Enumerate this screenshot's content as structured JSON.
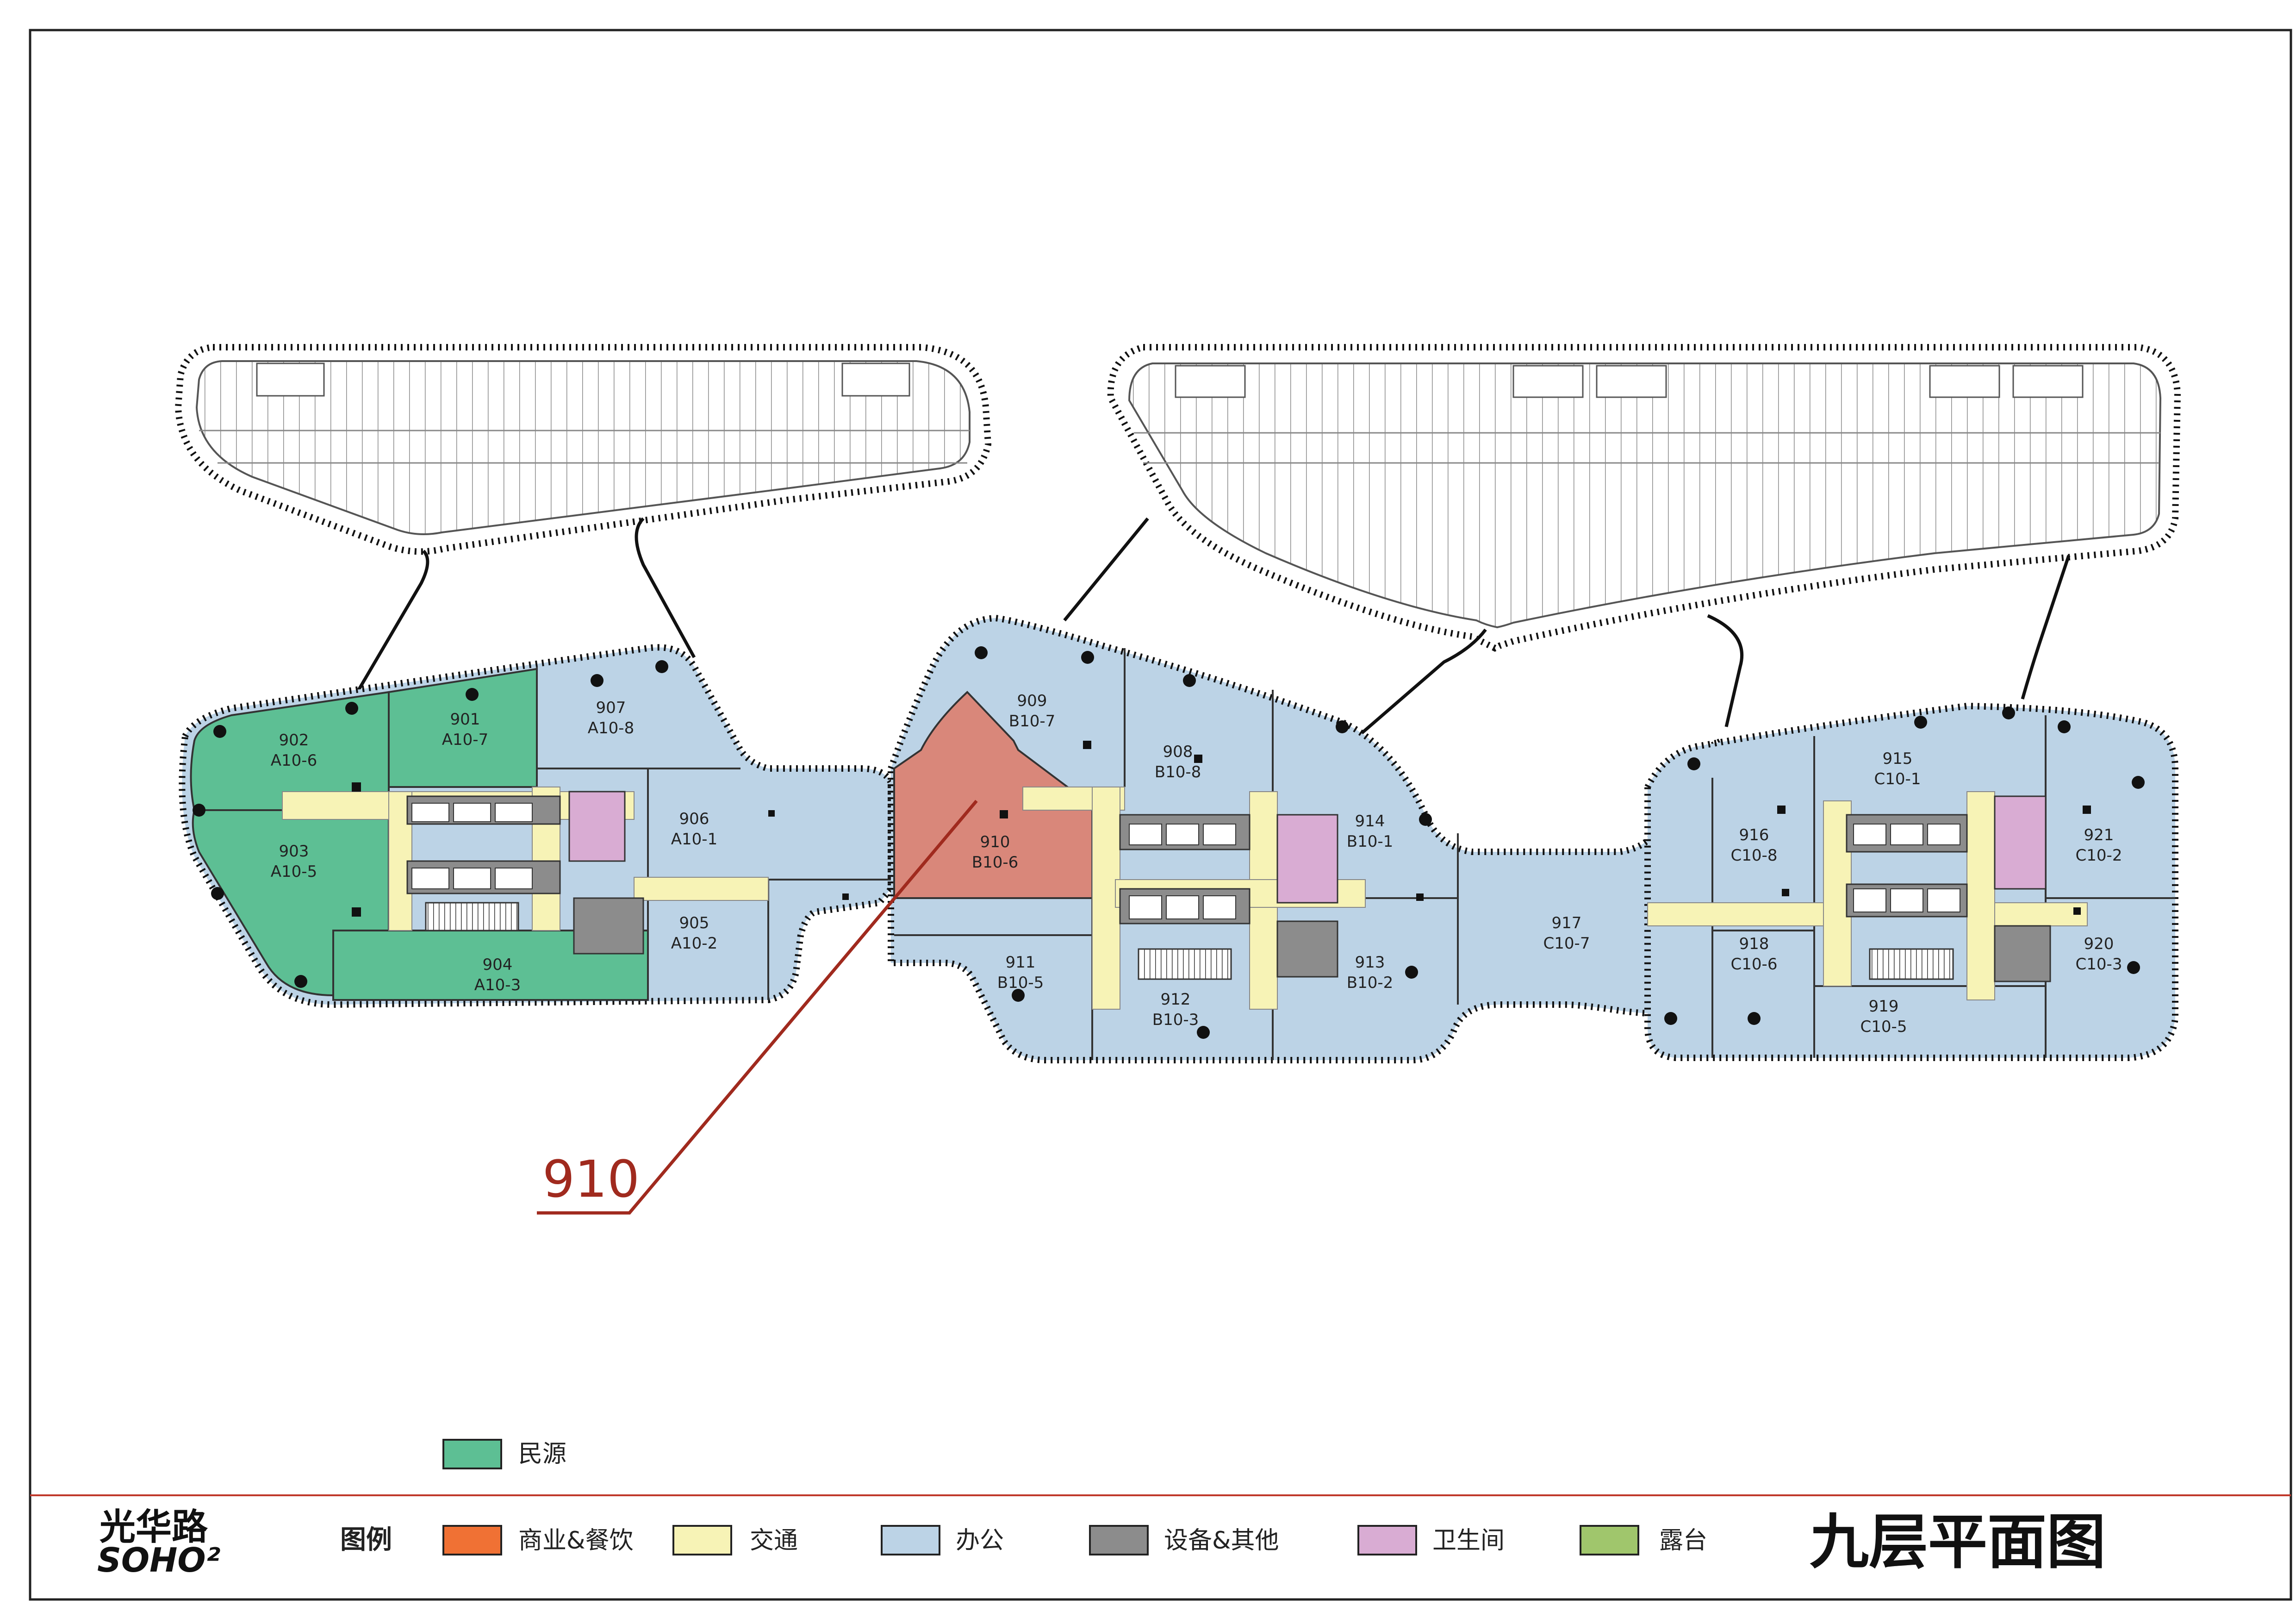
{
  "logo": {
    "line1": "光华路",
    "line2": "SOHO²"
  },
  "callout": {
    "label": "910"
  },
  "legend_title": "图例",
  "legend": [
    {
      "key": "minyuan",
      "label": "民源",
      "color": "#5dbf94"
    },
    {
      "key": "commercial",
      "label": "商业&餐饮",
      "color": "#f07134"
    },
    {
      "key": "traffic",
      "label": "交通",
      "color": "#f7f3b6"
    },
    {
      "key": "office",
      "label": "办公",
      "color": "#bcd3e6"
    },
    {
      "key": "equipment",
      "label": "设备&其他",
      "color": "#8c8c8c"
    },
    {
      "key": "toilet",
      "label": "卫生间",
      "color": "#d9acd3"
    },
    {
      "key": "terrace",
      "label": "露台",
      "color": "#a0c66c"
    }
  ],
  "plan_title": "九层平面图",
  "colors": {
    "highlight": "#d9877a",
    "callout_line": "#a02a1e",
    "divider": "#c0392b"
  },
  "rooms": [
    {
      "num": "901",
      "code": "A10-7"
    },
    {
      "num": "902",
      "code": "A10-6"
    },
    {
      "num": "903",
      "code": "A10-5"
    },
    {
      "num": "904",
      "code": "A10-3"
    },
    {
      "num": "905",
      "code": "A10-2"
    },
    {
      "num": "906",
      "code": "A10-1"
    },
    {
      "num": "907",
      "code": "A10-8"
    },
    {
      "num": "908",
      "code": "B10-8"
    },
    {
      "num": "909",
      "code": "B10-7"
    },
    {
      "num": "910",
      "code": "B10-6"
    },
    {
      "num": "911",
      "code": "B10-5"
    },
    {
      "num": "912",
      "code": "B10-3"
    },
    {
      "num": "913",
      "code": "B10-2"
    },
    {
      "num": "914",
      "code": "B10-1"
    },
    {
      "num": "915",
      "code": "C10-1"
    },
    {
      "num": "916",
      "code": "C10-8"
    },
    {
      "num": "917",
      "code": "C10-7"
    },
    {
      "num": "918",
      "code": "C10-6"
    },
    {
      "num": "919",
      "code": "C10-5"
    },
    {
      "num": "920",
      "code": "C10-3"
    },
    {
      "num": "921",
      "code": "C10-2"
    }
  ]
}
